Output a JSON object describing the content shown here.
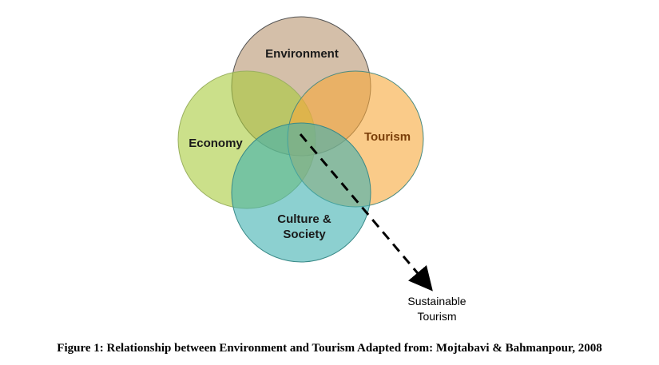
{
  "circles": [
    {
      "label": "Environment",
      "color": "#b8946f"
    },
    {
      "label": "Economy",
      "color": "#a9cc3c"
    },
    {
      "label": "Tourism",
      "color": "#f7a83a"
    },
    {
      "label": "Culture &",
      "label2": "Society",
      "color": "#3fb0b0"
    }
  ],
  "arrow_label": [
    "Sustainable",
    "Tourism"
  ],
  "caption": "Figure 1: Relationship between Environment and Tourism Adapted from: Mojtabavi & Bahmanpour, 2008"
}
